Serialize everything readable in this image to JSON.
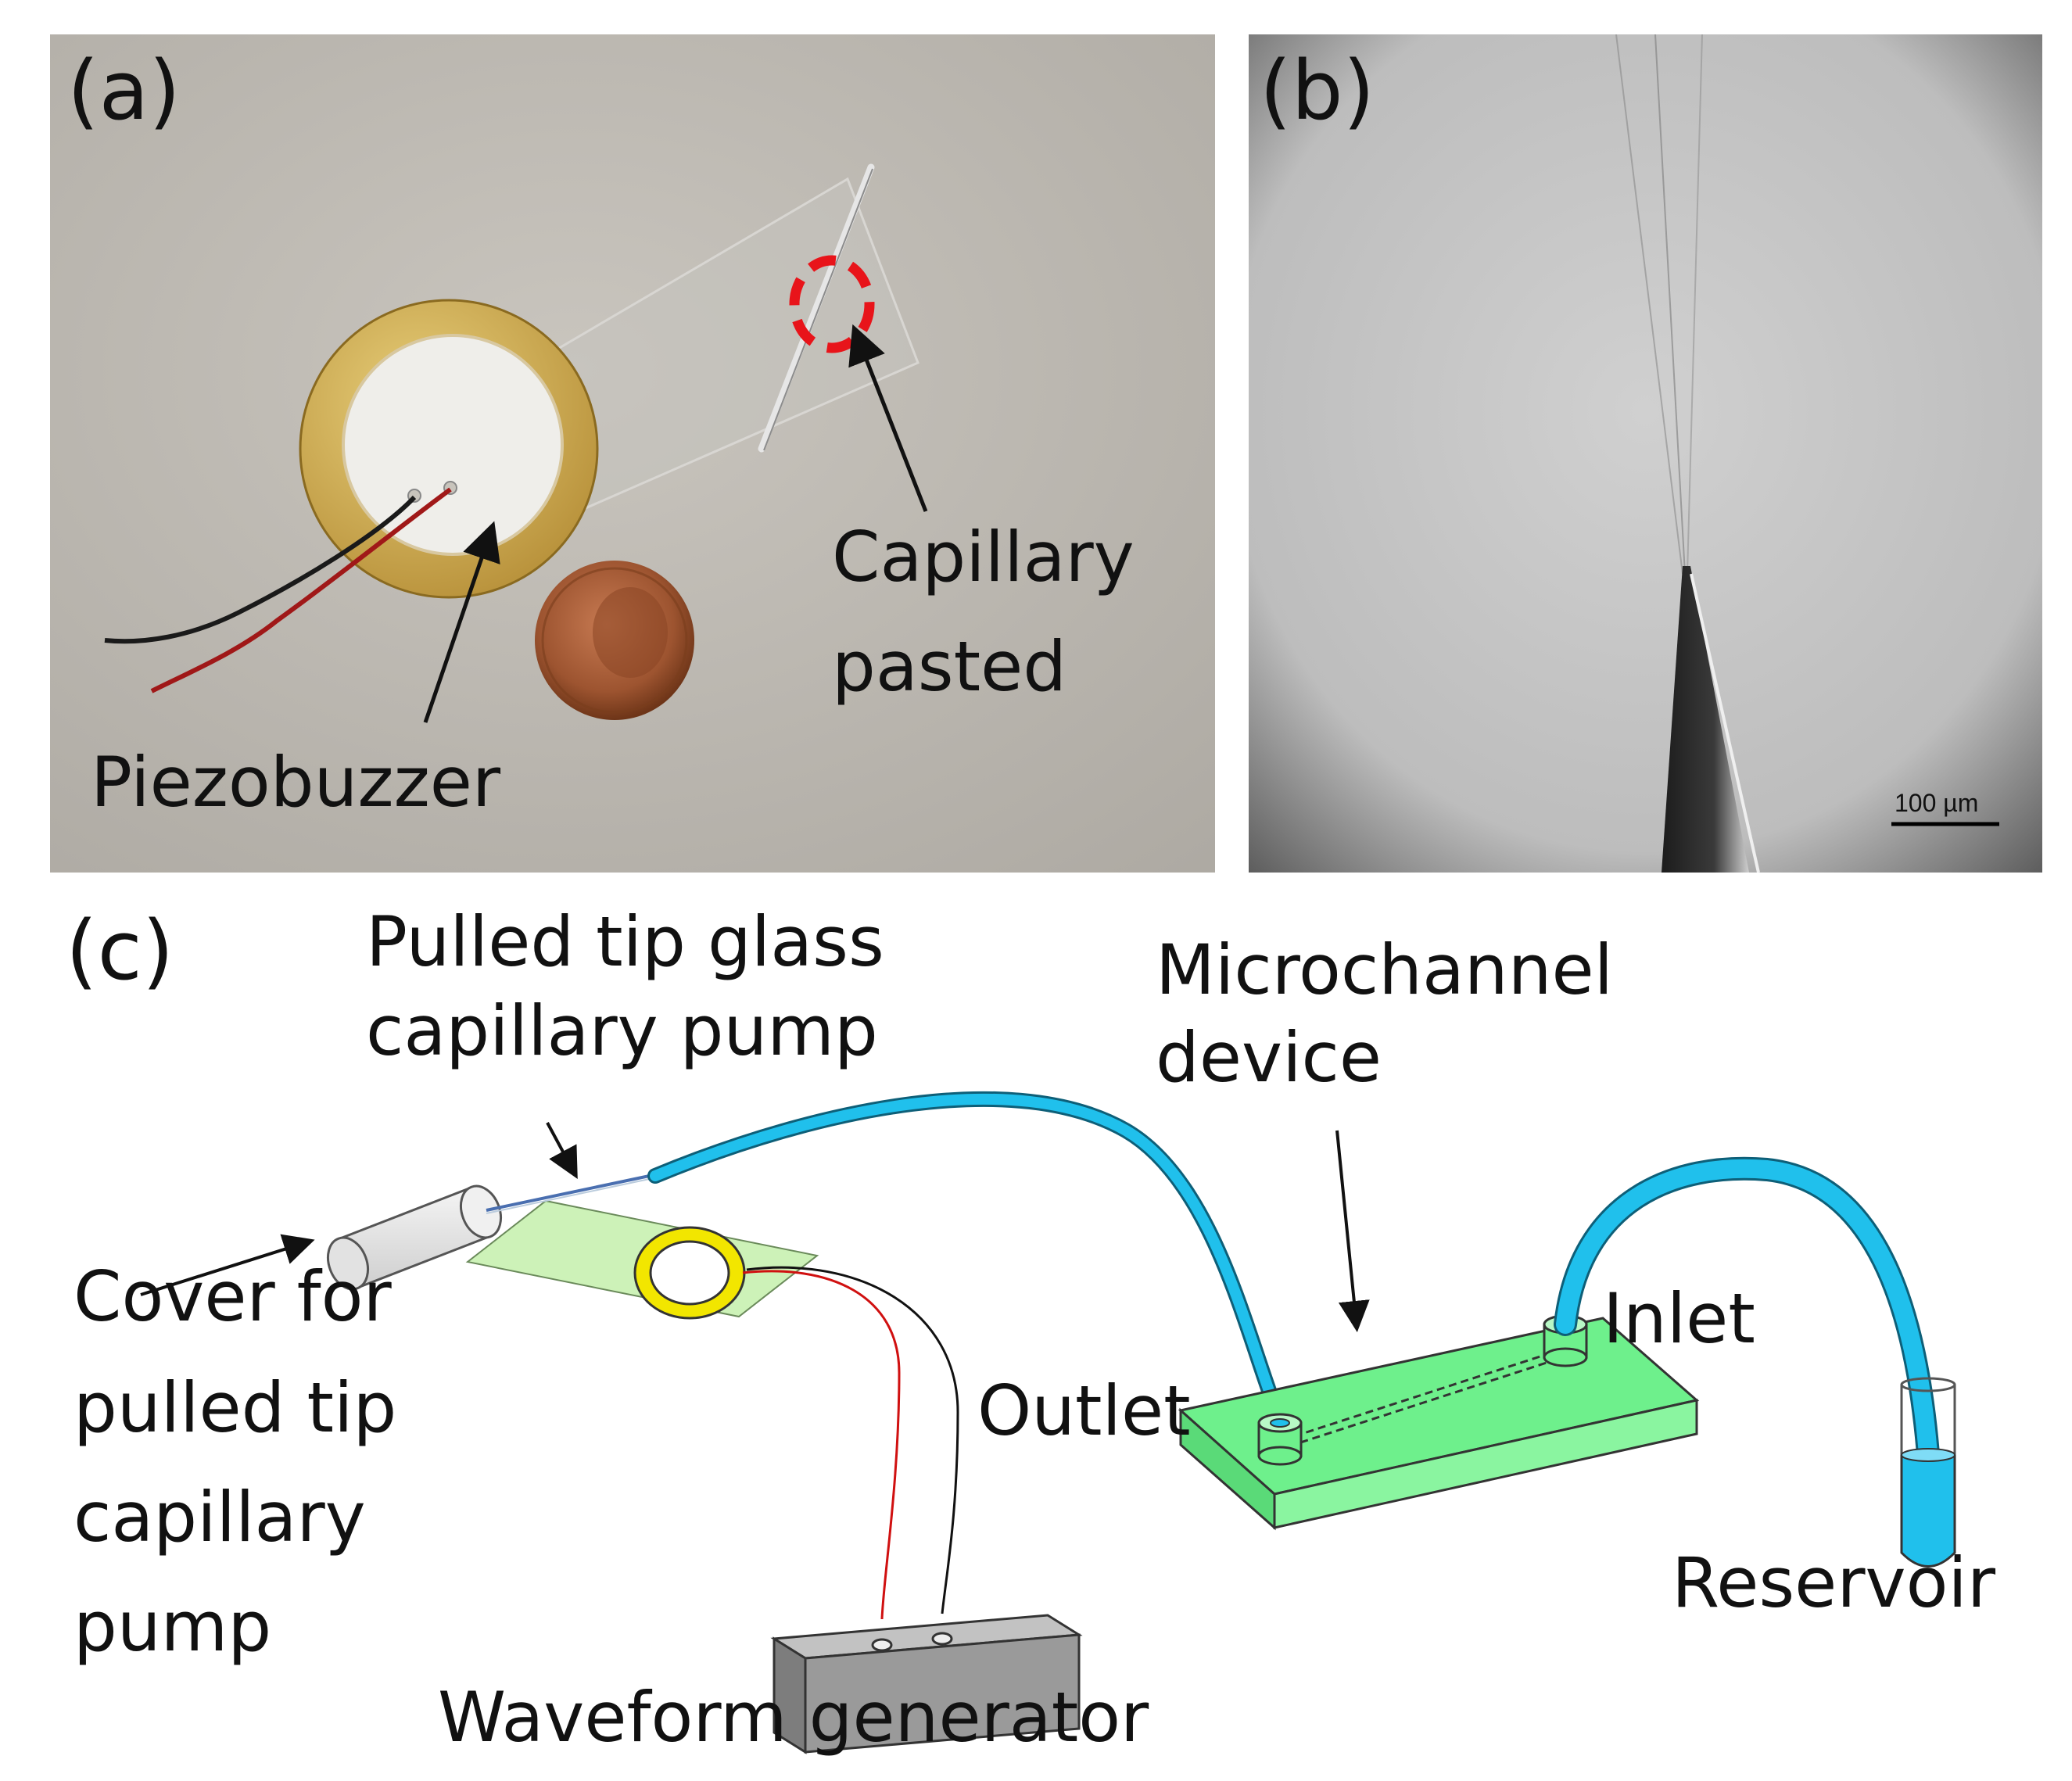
{
  "panels": {
    "a": {
      "label": "(a)",
      "capillary_label_line1": "Capillary",
      "capillary_label_line2": "pasted",
      "piezo_label": "Piezobuzzer"
    },
    "b": {
      "label": "(b)",
      "scale_bar": "100 µm"
    },
    "c": {
      "label": "(c)",
      "pump_label_line1": "Pulled tip glass",
      "pump_label_line2": "capillary pump",
      "microchannel_line1": "Microchannel",
      "microchannel_line2": "device",
      "cover_line1": "Cover for",
      "cover_line2": "pulled tip",
      "cover_line3": "capillary",
      "cover_line4": "pump",
      "outlet": "Outlet",
      "inlet": "Inlet",
      "reservoir": "Reservoir",
      "waveform": "Waveform generator"
    }
  },
  "colors": {
    "tubing": "#20c0ec",
    "device": "#6ef08c",
    "glass_slide": "#cdf2b8",
    "piezo_ring": "#f2e600",
    "highlight_circle": "#e8141a",
    "generator": "#9a9a9a"
  }
}
